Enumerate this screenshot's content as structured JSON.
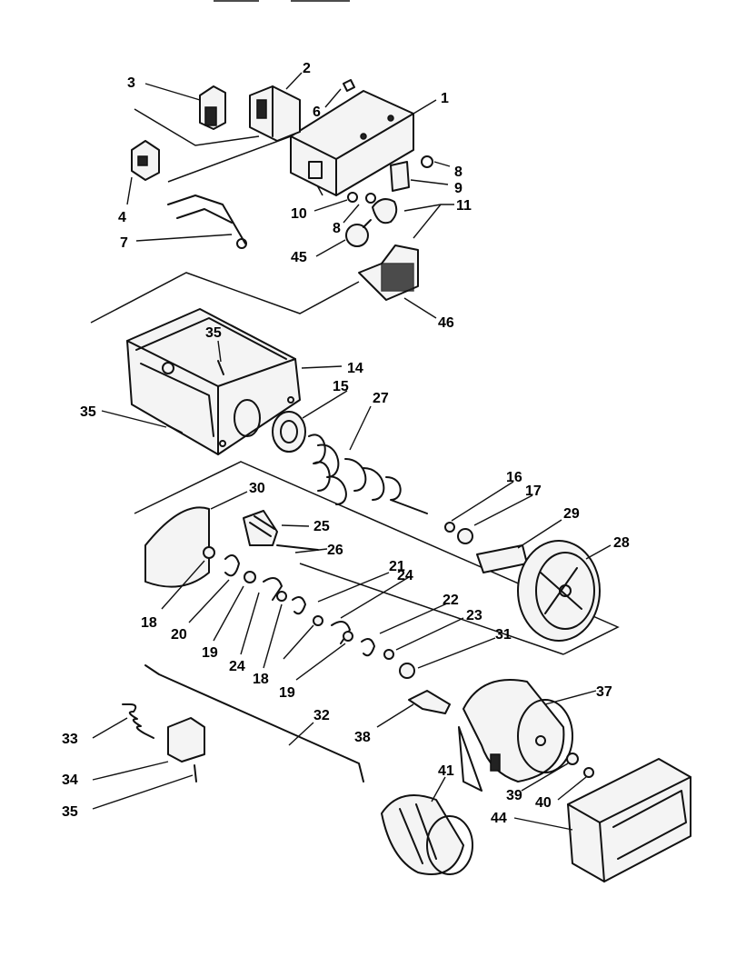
{
  "callouts": [
    {
      "id": "c1",
      "label": "1"
    },
    {
      "id": "c2",
      "label": "2"
    },
    {
      "id": "c3",
      "label": "3"
    },
    {
      "id": "c4",
      "label": "4"
    },
    {
      "id": "c6",
      "label": "6"
    },
    {
      "id": "c7",
      "label": "7"
    },
    {
      "id": "c8a",
      "label": "8"
    },
    {
      "id": "c8b",
      "label": "8"
    },
    {
      "id": "c9",
      "label": "9"
    },
    {
      "id": "c10",
      "label": "10"
    },
    {
      "id": "c11",
      "label": "11"
    },
    {
      "id": "c14",
      "label": "14"
    },
    {
      "id": "c15",
      "label": "15"
    },
    {
      "id": "c16",
      "label": "16"
    },
    {
      "id": "c17",
      "label": "17"
    },
    {
      "id": "c18a",
      "label": "18"
    },
    {
      "id": "c18b",
      "label": "18"
    },
    {
      "id": "c19a",
      "label": "19"
    },
    {
      "id": "c19b",
      "label": "19"
    },
    {
      "id": "c20",
      "label": "20"
    },
    {
      "id": "c21",
      "label": "21"
    },
    {
      "id": "c22",
      "label": "22"
    },
    {
      "id": "c23",
      "label": "23"
    },
    {
      "id": "c24a",
      "label": "24"
    },
    {
      "id": "c24b",
      "label": "24"
    },
    {
      "id": "c25",
      "label": "25"
    },
    {
      "id": "c26",
      "label": "26"
    },
    {
      "id": "c27",
      "label": "27"
    },
    {
      "id": "c28",
      "label": "28"
    },
    {
      "id": "c29",
      "label": "29"
    },
    {
      "id": "c30",
      "label": "30"
    },
    {
      "id": "c31",
      "label": "31"
    },
    {
      "id": "c32",
      "label": "32"
    },
    {
      "id": "c33",
      "label": "33"
    },
    {
      "id": "c34",
      "label": "34"
    },
    {
      "id": "c35a",
      "label": "35"
    },
    {
      "id": "c35b",
      "label": "35"
    },
    {
      "id": "c35c",
      "label": "35"
    },
    {
      "id": "c37",
      "label": "37"
    },
    {
      "id": "c38",
      "label": "38"
    },
    {
      "id": "c39",
      "label": "39"
    },
    {
      "id": "c40",
      "label": "40"
    },
    {
      "id": "c41",
      "label": "41"
    },
    {
      "id": "c44",
      "label": "44"
    },
    {
      "id": "c45",
      "label": "45"
    },
    {
      "id": "c46",
      "label": "46"
    }
  ]
}
